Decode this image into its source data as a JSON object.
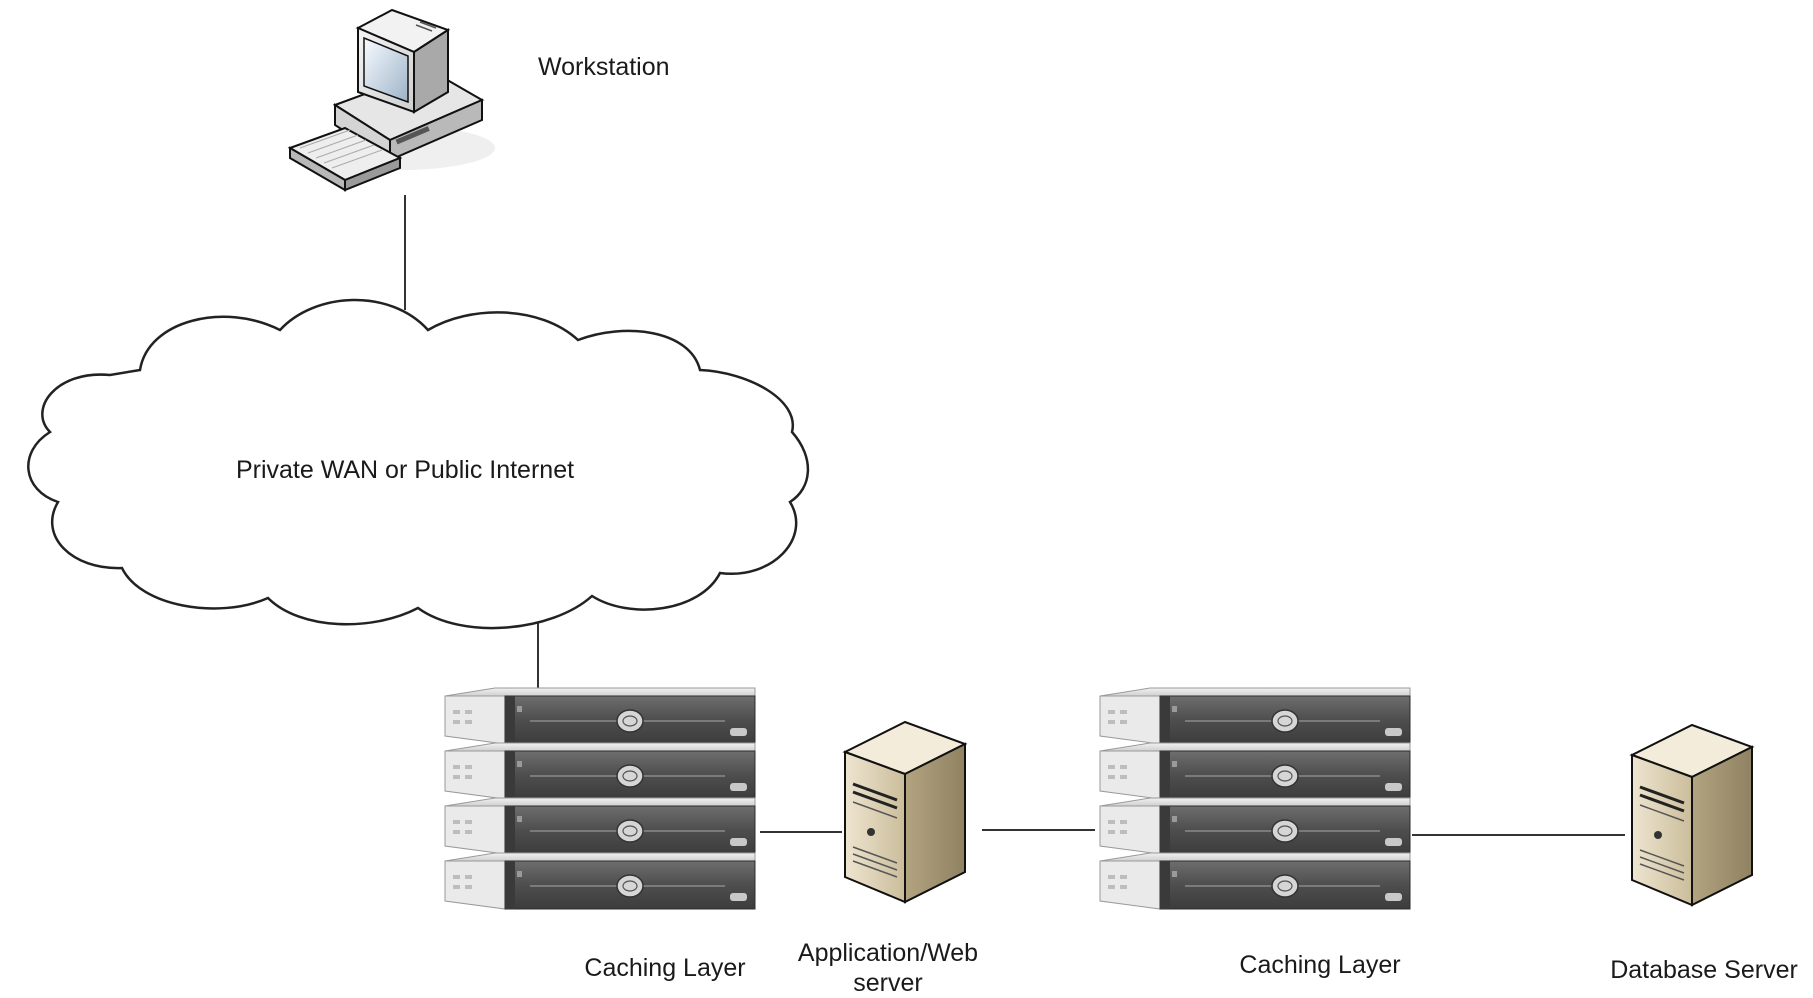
{
  "nodes": {
    "workstation": {
      "label": "Workstation"
    },
    "network": {
      "label": "Private WAN or Public Internet"
    },
    "caching_layer_1": {
      "label": "Caching Layer"
    },
    "app_server": {
      "label": "Application/Web server"
    },
    "caching_layer_2": {
      "label": "Caching Layer"
    },
    "db_server": {
      "label": "Database Server"
    }
  },
  "colors": {
    "line": "#333333",
    "cloud_stroke": "#222222",
    "server_bezel": "#555555",
    "tower_body": "#d8ccb0",
    "monitor_body": "#e2e2e2"
  }
}
